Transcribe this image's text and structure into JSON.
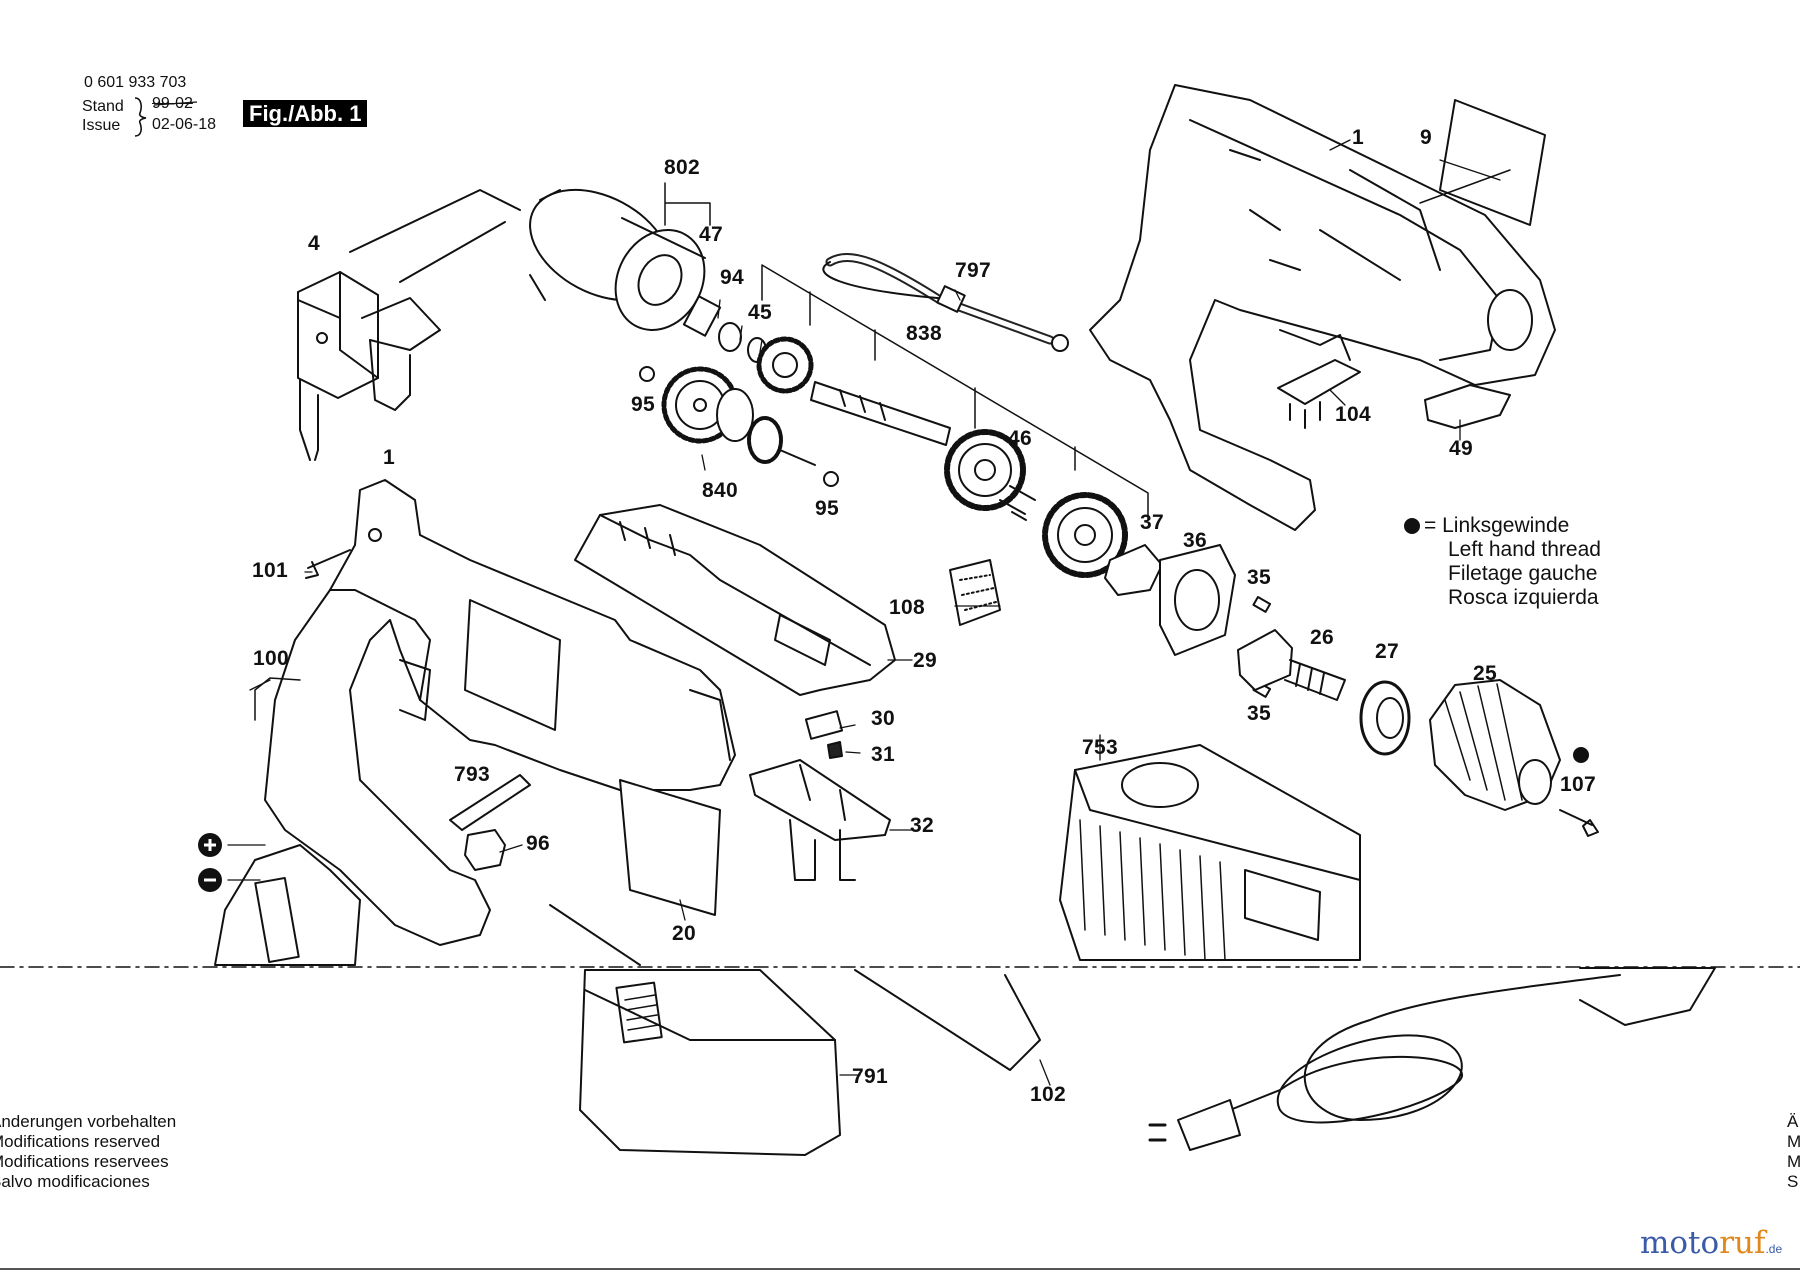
{
  "header": {
    "doc_number": "0 601 933 703",
    "stand_label": "Stand",
    "issue_label": "Issue",
    "stand_date_struck": "99-02",
    "issue_date": "02-06-18",
    "figure_tag": "Fig./Abb. 1"
  },
  "part_labels": [
    "802",
    "47",
    "94",
    "45",
    "797",
    "838",
    "4",
    "95",
    "840",
    "95",
    "46",
    "37",
    "36",
    "35",
    "26",
    "27",
    "25",
    "35",
    "1",
    "9",
    "104",
    "49",
    "101",
    "1",
    "108",
    "29",
    "100",
    "30",
    "31",
    "32",
    "793",
    "96",
    "20",
    "753",
    "107",
    "791",
    "102"
  ],
  "legend": {
    "lines": [
      "= Linksgewinde",
      "Left hand thread",
      "Filetage gauche",
      "Rosca izquierda"
    ]
  },
  "footer": {
    "modifications_left": [
      "Änderungen vorbehalten",
      "Modifications reserved",
      "Modifications reservees",
      "Salvo modificaciones"
    ],
    "modifications_right_initials": [
      "Ä",
      "M",
      "M",
      "S"
    ]
  },
  "brand": {
    "name_part1": "moto",
    "name_part2": "ruf",
    "suffix": ".de",
    "color_main": "#3b5aa8",
    "color_accent": "#e0881c"
  },
  "icons": {
    "plus": "plus-icon",
    "minus": "minus-icon",
    "left_thread_dot": "filled-dot-icon"
  }
}
